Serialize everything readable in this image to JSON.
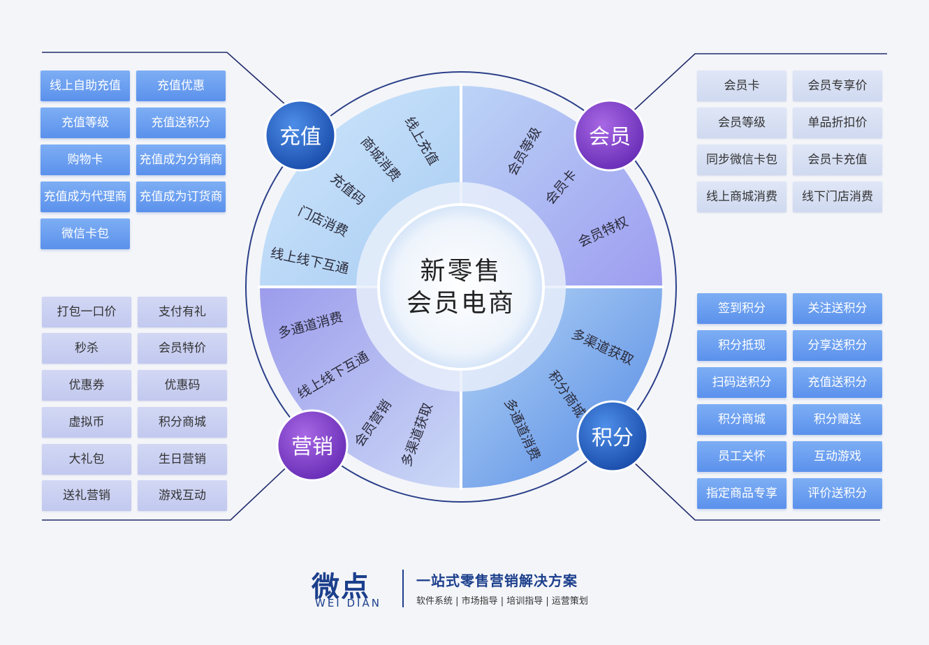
{
  "center_title": [
    "新零售",
    "会员电商"
  ],
  "quadrants": {
    "recharge": {
      "title": "充值",
      "ring_items": [
        "线上充值",
        "商城消费",
        "充值码",
        "门店消费",
        "线上线下互通"
      ],
      "boxes": [
        "线上自助充值",
        "充值优惠",
        "充值等级",
        "充值送积分",
        "购物卡",
        "充值成为分销商",
        "充值成为代理商",
        "充值成为订货商",
        "微信卡包"
      ]
    },
    "member": {
      "title": "会员",
      "ring_items": [
        "会员等级",
        "会员卡",
        "会员特权"
      ],
      "boxes": [
        "会员卡",
        "会员专享价",
        "会员等级",
        "单品折扣价",
        "同步微信卡包",
        "会员卡充值",
        "线上商城消费",
        "线下门店消费"
      ]
    },
    "marketing": {
      "title": "营销",
      "ring_items": [
        "多通道消费",
        "线上线下互通",
        "会员营销",
        "多渠道获取"
      ],
      "boxes": [
        "打包一口价",
        "支付有礼",
        "秒杀",
        "会员特价",
        "优惠券",
        "优惠码",
        "虚拟币",
        "积分商城",
        "大礼包",
        "生日营销",
        "送礼营销",
        "游戏互动"
      ]
    },
    "points": {
      "title": "积分",
      "ring_items": [
        "多渠道获取",
        "积分商城",
        "多通道消费"
      ],
      "boxes": [
        "签到积分",
        "关注送积分",
        "积分抵现",
        "分享送积分",
        "扫码送积分",
        "充值送积分",
        "积分商城",
        "积分赠送",
        "员工关怀",
        "互动游戏",
        "指定商品专享",
        "评价送积分"
      ]
    }
  },
  "logo": {
    "name_cn": "微点",
    "name_en": "WEI DIAN",
    "tagline": "一站式零售营销解决方案",
    "services": "软件系统 | 市场指导 | 培训指导 | 运营策划"
  }
}
